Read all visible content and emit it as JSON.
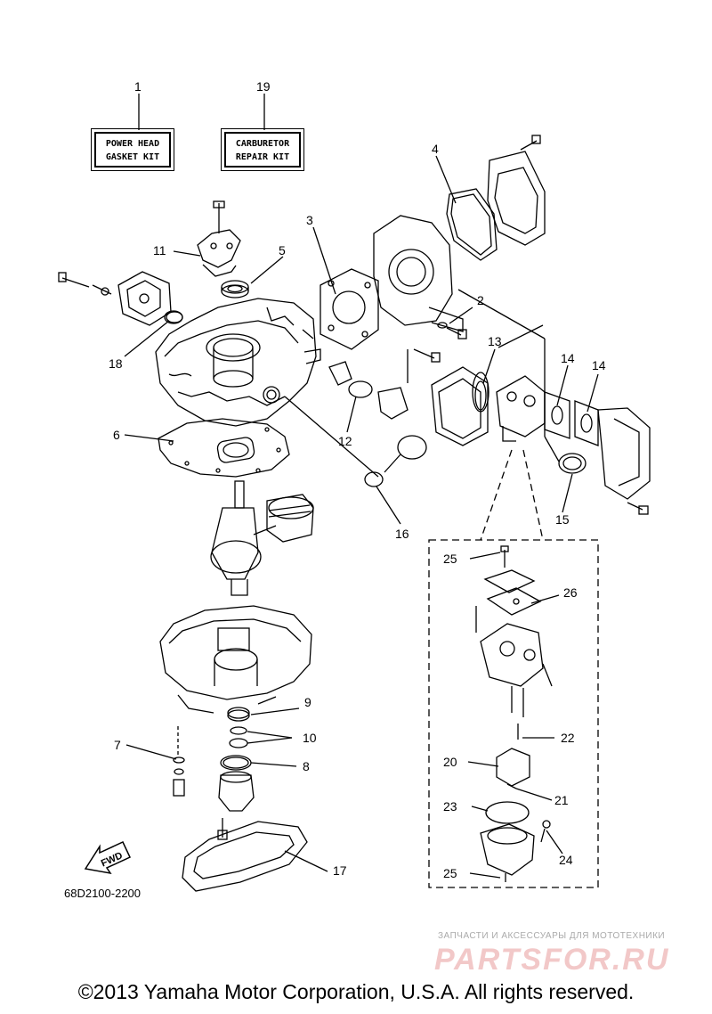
{
  "kits": [
    {
      "number": "1",
      "line1": "POWER HEAD",
      "line2": "GASKET KIT"
    },
    {
      "number": "19",
      "line1": "CARBURETOR",
      "line2": "REPAIR KIT"
    }
  ],
  "callouts": [
    "2",
    "3",
    "4",
    "5",
    "6",
    "7",
    "8",
    "9",
    "10",
    "11",
    "12",
    "13",
    "14",
    "14",
    "15",
    "16",
    "17",
    "18",
    "20",
    "21",
    "22",
    "23",
    "24",
    "25",
    "25",
    "26"
  ],
  "fwd_label": "FWD",
  "diagram_code": "68D2100-2200",
  "watermark": {
    "tagline": "ЗАПЧАСТИ И АКСЕССУАРЫ ДЛЯ МОТОТЕХНИКИ",
    "logo": "PARTSFOR.RU"
  },
  "copyright": "©2013 Yamaha Motor Corporation, U.S.A. All rights reserved."
}
